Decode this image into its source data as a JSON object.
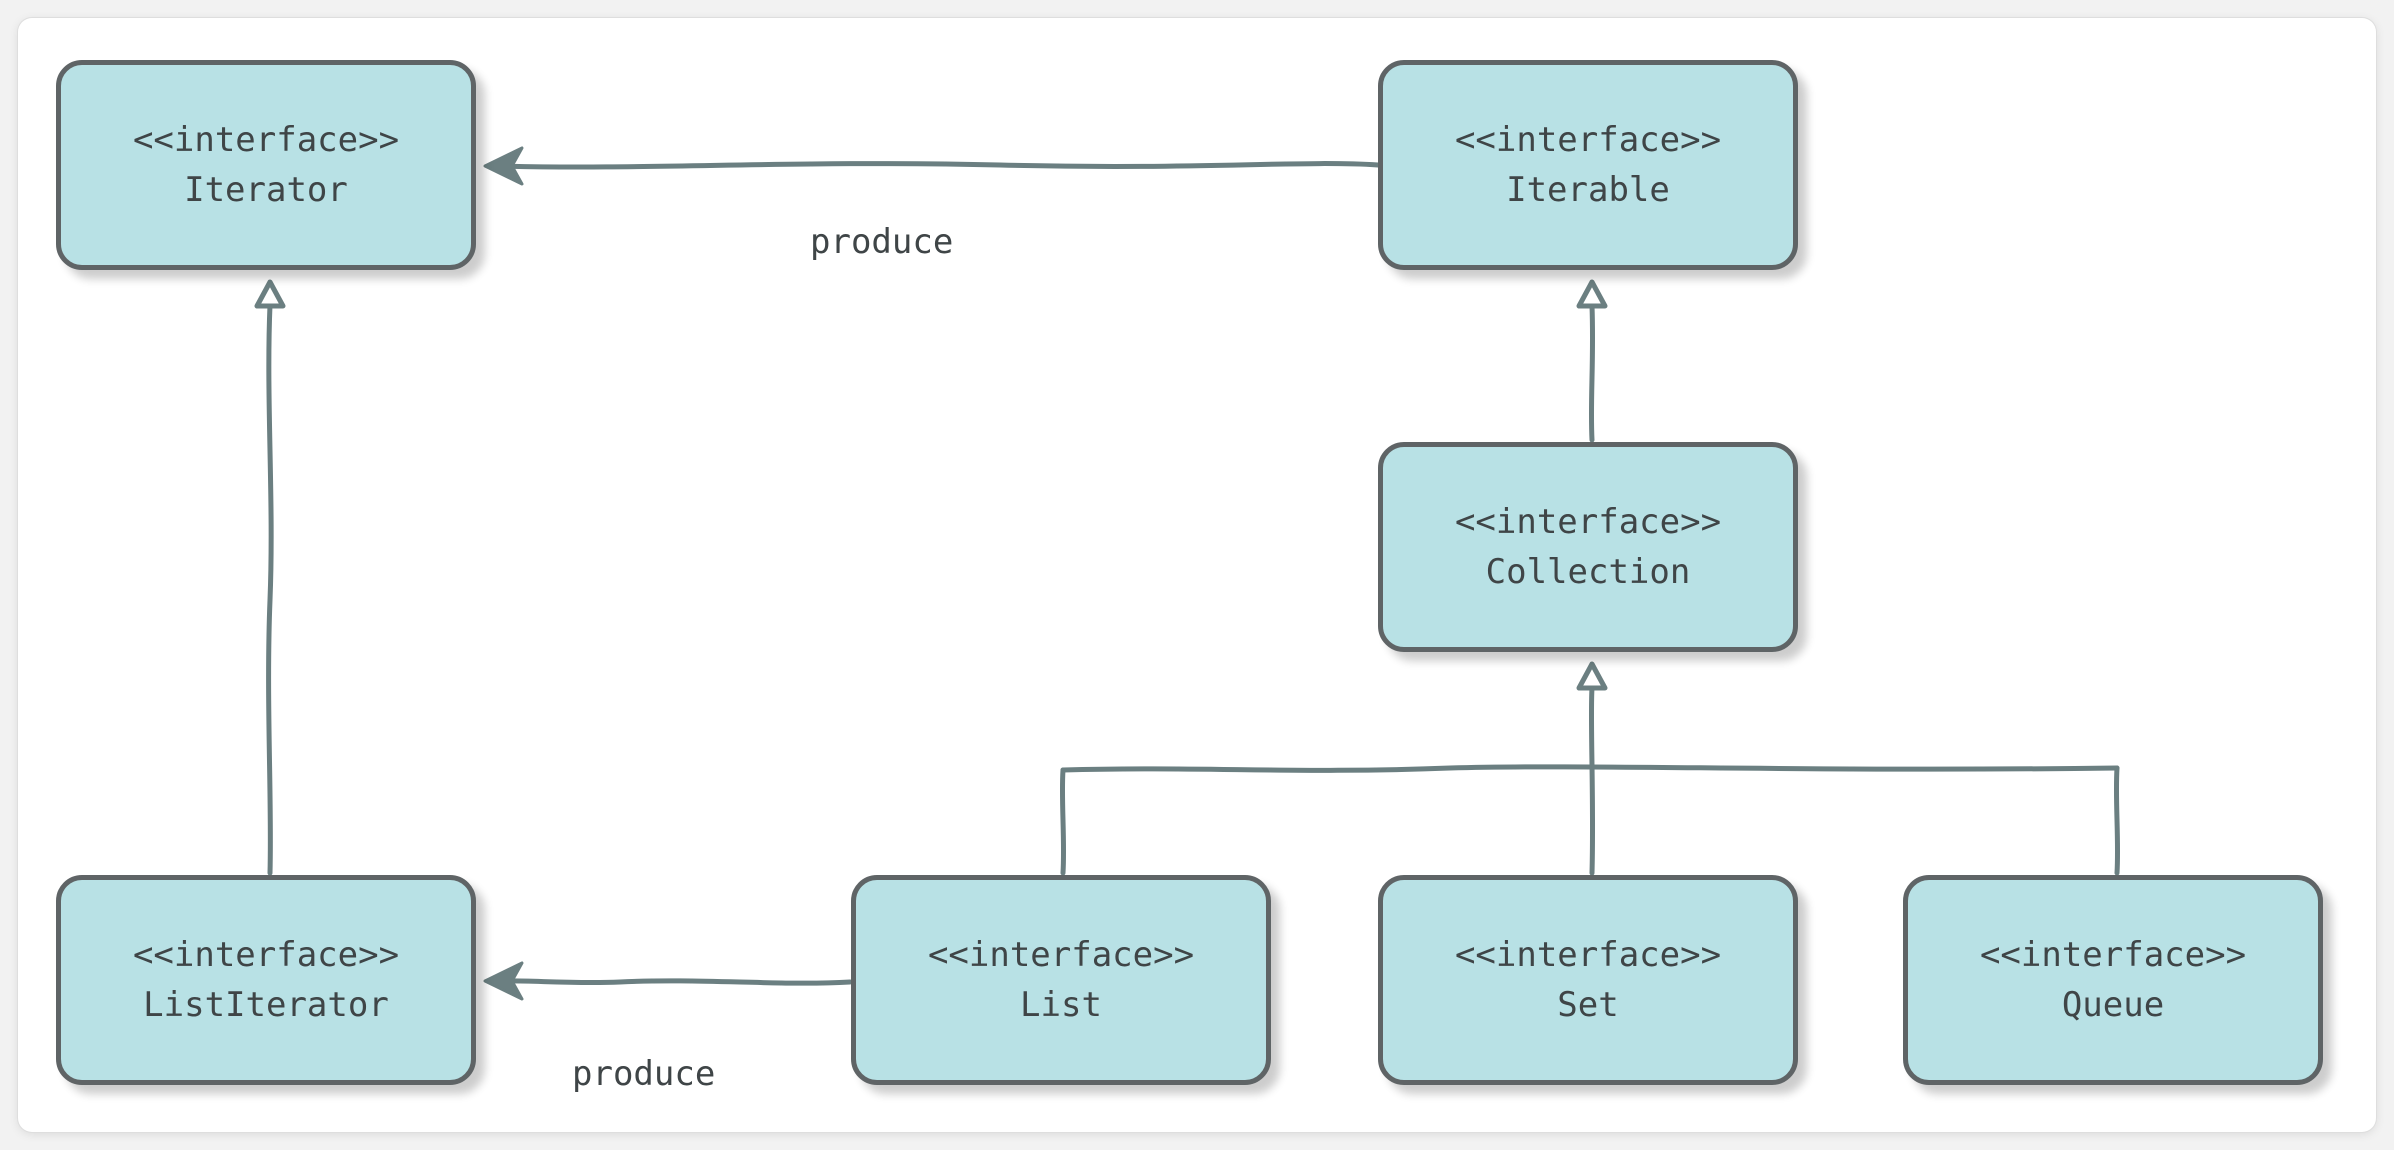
{
  "nodes": {
    "iterator": {
      "stereotype": "<<interface>>",
      "name": "Iterator"
    },
    "iterable": {
      "stereotype": "<<interface>>",
      "name": "Iterable"
    },
    "collection": {
      "stereotype": "<<interface>>",
      "name": "Collection"
    },
    "list_iterator": {
      "stereotype": "<<interface>>",
      "name": "ListIterator"
    },
    "list": {
      "stereotype": "<<interface>>",
      "name": "List"
    },
    "set": {
      "stereotype": "<<interface>>",
      "name": "Set"
    },
    "queue": {
      "stereotype": "<<interface>>",
      "name": "Queue"
    }
  },
  "edges": [
    {
      "from": "Iterable",
      "to": "Iterator",
      "type": "association",
      "label": "produce"
    },
    {
      "from": "List",
      "to": "ListIterator",
      "type": "association",
      "label": "produce"
    },
    {
      "from": "ListIterator",
      "to": "Iterator",
      "type": "generalization",
      "label": ""
    },
    {
      "from": "Collection",
      "to": "Iterable",
      "type": "generalization",
      "label": ""
    },
    {
      "from": "List",
      "to": "Collection",
      "type": "generalization",
      "label": ""
    },
    {
      "from": "Set",
      "to": "Collection",
      "type": "generalization",
      "label": ""
    },
    {
      "from": "Queue",
      "to": "Collection",
      "type": "generalization",
      "label": ""
    }
  ],
  "labels": {
    "produce_top": "produce",
    "produce_bottom": "produce"
  },
  "colors": {
    "node_fill": "#b8e1e5",
    "node_border": "#5f6466",
    "edge": "#6b7f81",
    "text": "#3f4547"
  }
}
